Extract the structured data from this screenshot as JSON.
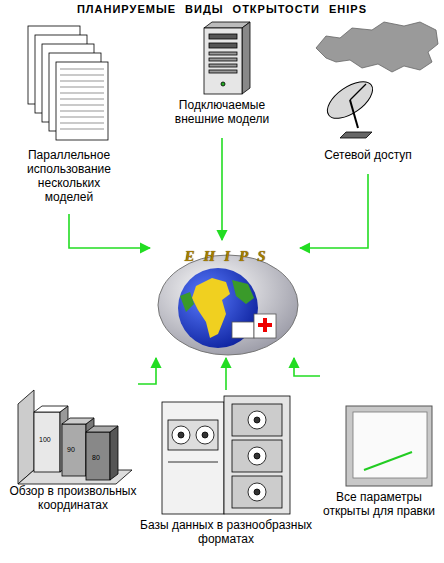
{
  "diagram": {
    "title": "ПЛАНИРУЕМЫЕ ВИДЫ ОТКРЫТОСТИ EHIPS",
    "nodes": [
      {
        "text": [
          "Параллельное использование нескольких моделей"
        ]
      },
      {
        "text": [
          "Подключаемые внешние модели"
        ]
      },
      {
        "text": [
          "Сетевой доступ"
        ]
      },
      {
        "text": [
          "EHIPS"
        ]
      },
      {
        "text": [
          "Обзор в произвольных координатах"
        ]
      },
      {
        "text": [
          "Базы данных в разнообразных форматах"
        ]
      },
      {
        "text": [
          "Все параметры открыты для правки"
        ]
      }
    ],
    "edges": [
      {
        "from": 0,
        "to": 3,
        "arrow": "to"
      },
      {
        "from": 1,
        "to": 3,
        "arrow": "to"
      },
      {
        "from": 2,
        "to": 3,
        "arrow": "to"
      },
      {
        "from": 4,
        "to": 3,
        "arrow": "to"
      },
      {
        "from": 5,
        "to": 3,
        "arrow": "to"
      },
      {
        "from": 6,
        "to": 3,
        "arrow": "to"
      }
    ],
    "labels": [
      "100",
      "90",
      "80"
    ]
  }
}
